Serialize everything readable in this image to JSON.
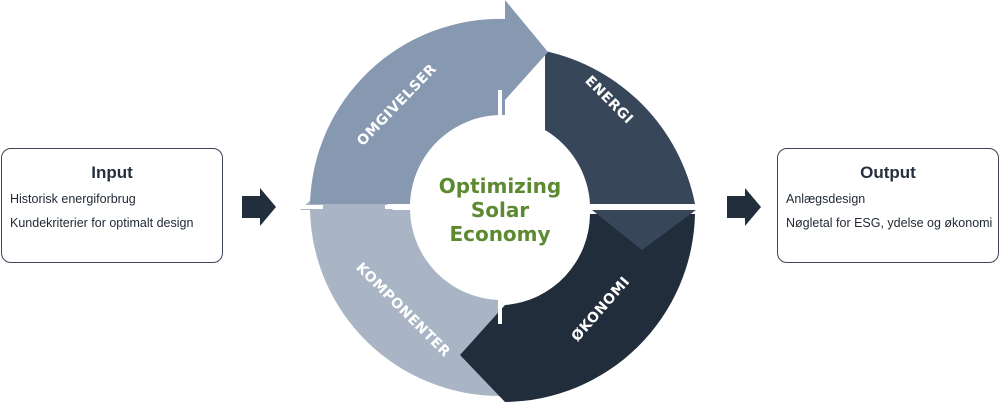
{
  "input": {
    "title": "Input",
    "items": [
      "Historisk energiforbrug",
      "Kundekriterier for optimalt design"
    ]
  },
  "output": {
    "title": "Output",
    "items": [
      "Anlægsdesign",
      "Nøgletal for ESG, ydelse og økonomi"
    ]
  },
  "cycle": {
    "center_lines": [
      "Optimizing",
      "Solar",
      "Economy"
    ],
    "segments": [
      {
        "label": "OMGIVELSER",
        "color": "#8799b0"
      },
      {
        "label": "ENERGI",
        "color": "#38465a"
      },
      {
        "label": "ØKONOMI",
        "color": "#222d3c"
      },
      {
        "label": "KOMPONENTER",
        "color": "#a9b5c5"
      }
    ]
  },
  "colors": {
    "flow_arrow": "#232e3d",
    "center_text": "#5d8a31"
  }
}
